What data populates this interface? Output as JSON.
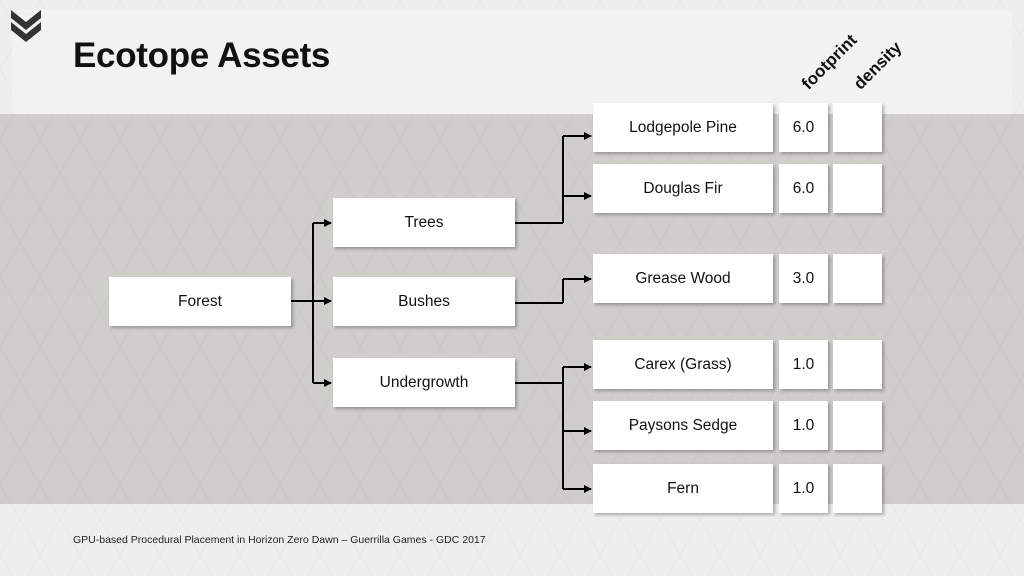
{
  "slide": {
    "title": "Ecotope Assets",
    "footer": "GPU-based Procedural Placement in Horizon Zero Dawn – Guerrilla Games - GDC 2017",
    "columns": {
      "footprint": "footprint",
      "density": "density"
    }
  },
  "tree": {
    "root": "Forest",
    "categories": [
      "Trees",
      "Bushes",
      "Undergrowth"
    ],
    "assets": [
      {
        "name": "Lodgepole Pine",
        "category": "Trees",
        "footprint": "6.0",
        "density": ""
      },
      {
        "name": "Douglas Fir",
        "category": "Trees",
        "footprint": "6.0",
        "density": ""
      },
      {
        "name": "Grease Wood",
        "category": "Bushes",
        "footprint": "3.0",
        "density": ""
      },
      {
        "name": "Carex (Grass)",
        "category": "Undergrowth",
        "footprint": "1.0",
        "density": ""
      },
      {
        "name": "Paysons Sedge",
        "category": "Undergrowth",
        "footprint": "1.0",
        "density": ""
      },
      {
        "name": "Fern",
        "category": "Undergrowth",
        "footprint": "1.0",
        "density": ""
      }
    ]
  },
  "colors": {
    "band": "#d0cecb",
    "background": "#eeeeee",
    "box": "#ffffff",
    "line": "#000000"
  },
  "icons": {
    "logo": "guerrilla-logo-icon"
  }
}
